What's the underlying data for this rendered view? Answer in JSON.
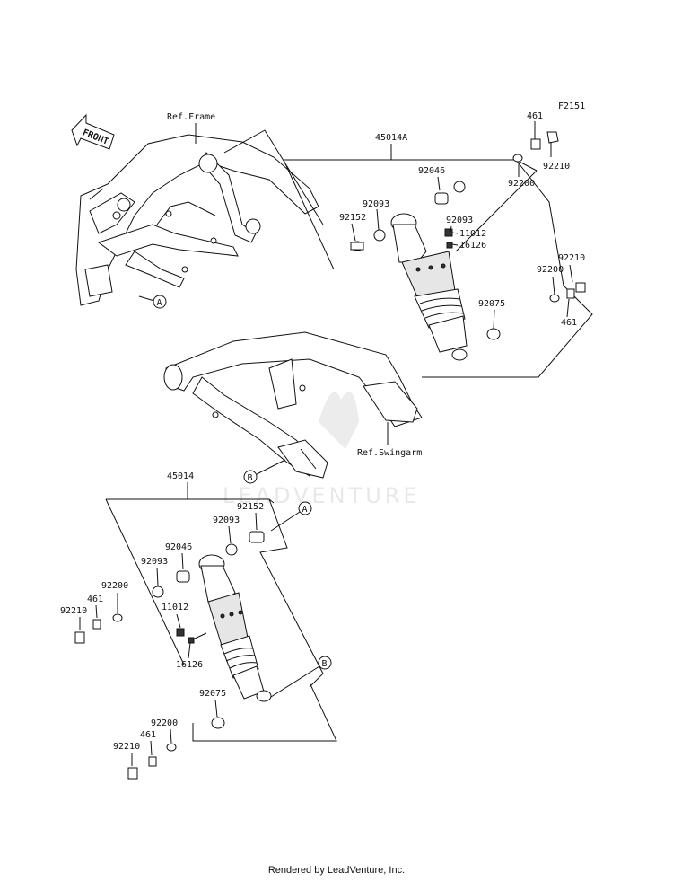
{
  "figure_code": "F2151",
  "front_label": "FRONT",
  "watermark": "LEADVENTURE",
  "footer": "Rendered by LeadVenture, Inc.",
  "refs": {
    "frame": "Ref.Frame",
    "swingarm": "Ref.Swingarm"
  },
  "markers": {
    "a": "A",
    "b": "B"
  },
  "upper": {
    "assembly": "45014A",
    "parts": {
      "p461_top": "461",
      "p92210_top": "92210",
      "p92200_top": "92200",
      "p92046": "92046",
      "p92093_a": "92093",
      "p92152": "92152",
      "p92093_b": "92093",
      "p11012": "11012",
      "p16126": "16126",
      "p92210_mid": "92210",
      "p92200_mid": "92200",
      "p461_mid": "461",
      "p92075": "92075"
    }
  },
  "lower": {
    "assembly": "45014",
    "parts": {
      "p92152": "92152",
      "p92093_a": "92093",
      "p92046": "92046",
      "p92093_b": "92093",
      "p92200": "92200",
      "p461": "461",
      "p92210": "92210",
      "p11012": "11012",
      "p16126": "16126",
      "p92075": "92075",
      "p92200_b": "92200",
      "p461_b": "461",
      "p92210_b": "92210"
    }
  }
}
